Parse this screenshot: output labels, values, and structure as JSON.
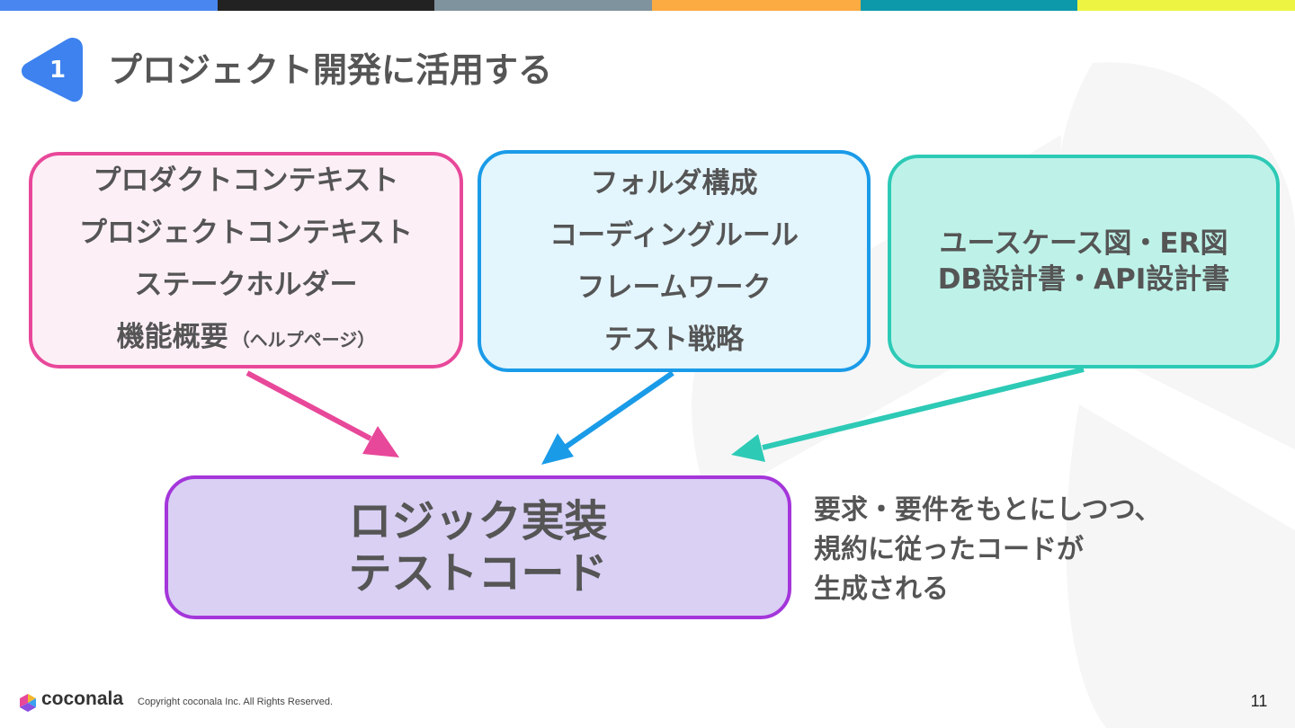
{
  "colors": {
    "topbar": [
      "#4a86f0",
      "#222222",
      "#7f939e",
      "#fbab41",
      "#0d99aa",
      "#edf542"
    ],
    "badge": "#3d82ef",
    "pink": "#e8489a",
    "blue": "#1a9be8",
    "teal": "#2dcab6",
    "purple": "#a436da"
  },
  "header": {
    "badge_number": "1",
    "title": "プロジェクト開発に活用する"
  },
  "boxes": {
    "pink": {
      "lines": [
        "プロダクトコンテキスト",
        "プロジェクトコンテキスト",
        "ステークホルダー",
        "機能概要"
      ],
      "note": "（ヘルプページ）"
    },
    "blue": {
      "lines": [
        "フォルダ構成",
        "コーディングルール",
        "フレームワーク",
        "テスト戦略"
      ]
    },
    "teal": {
      "lines": [
        "ユースケース図・ER図",
        "DB設計書・API設計書"
      ]
    },
    "purple": {
      "lines": [
        "ロジック実装",
        "テストコード"
      ]
    }
  },
  "description": [
    "要求・要件をもとにしつつ、",
    "規約に従ったコードが",
    "生成される"
  ],
  "footer": {
    "brand": "coconala",
    "copyright": "Copyright coconala Inc. All Rights Reserved.",
    "page_number": "11"
  }
}
